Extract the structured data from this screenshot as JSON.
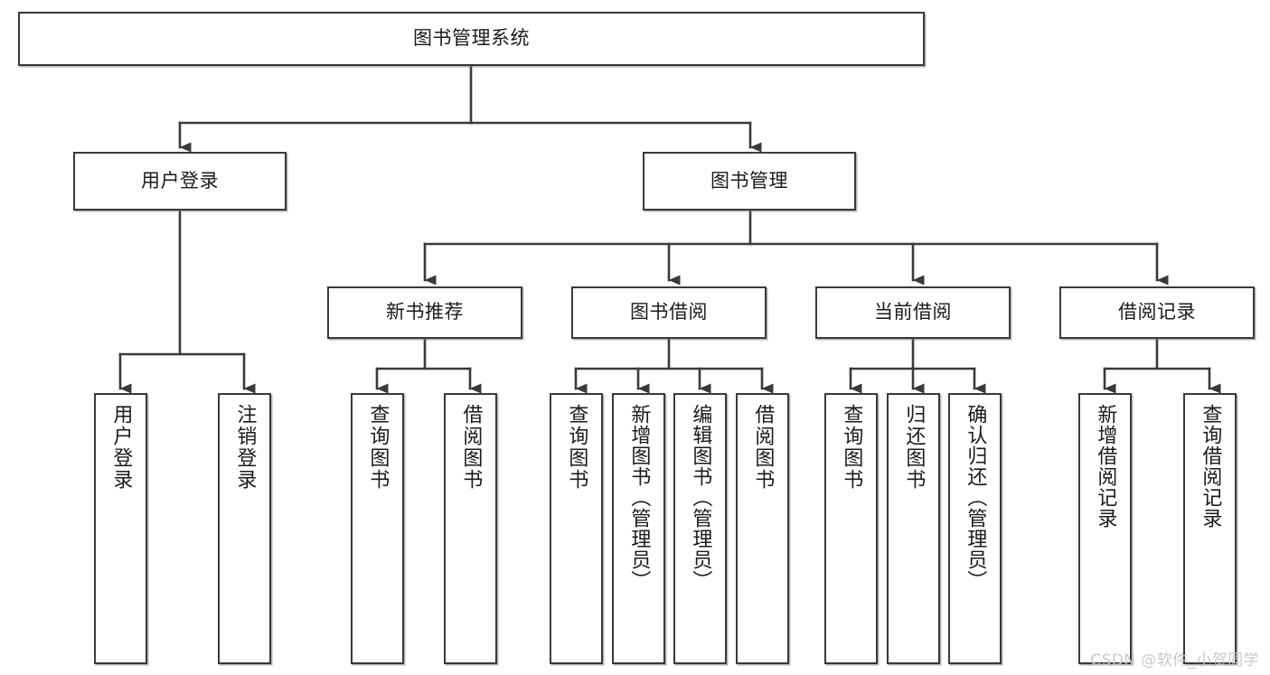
{
  "diagram": {
    "title": "图书管理系统",
    "type": "tree",
    "orientation": "top-down",
    "colors": {
      "box_border": "#3a3a3c",
      "box_fill": "#ffffff",
      "connector": "#3a3a3c",
      "background": "#ffffff",
      "watermark": "#c9c9cc"
    }
  },
  "root": {
    "label": "图书管理系统"
  },
  "level1": [
    {
      "label": "用户登录"
    },
    {
      "label": "图书管理"
    }
  ],
  "level2": [
    {
      "label": "新书推荐"
    },
    {
      "label": "图书借阅"
    },
    {
      "label": "当前借阅"
    },
    {
      "label": "借阅记录"
    }
  ],
  "leaves": {
    "user_login": [
      {
        "label": "用户登录"
      },
      {
        "label": "注销登录"
      }
    ],
    "new_book": [
      {
        "label": "查询图书"
      },
      {
        "label": "借阅图书"
      }
    ],
    "book_borrow": [
      {
        "label": "查询图书"
      },
      {
        "label": "新增图书（管理员）"
      },
      {
        "label": "编辑图书（管理员）"
      },
      {
        "label": "借阅图书"
      }
    ],
    "current_borrow": [
      {
        "label": "查询图书"
      },
      {
        "label": "归还图书"
      },
      {
        "label": "确认归还（管理员）"
      }
    ],
    "borrow_record": [
      {
        "label": "新增借阅记录"
      },
      {
        "label": "查询借阅记录"
      }
    ]
  },
  "watermark": {
    "text": "CSDN @软件_小贺同学"
  }
}
